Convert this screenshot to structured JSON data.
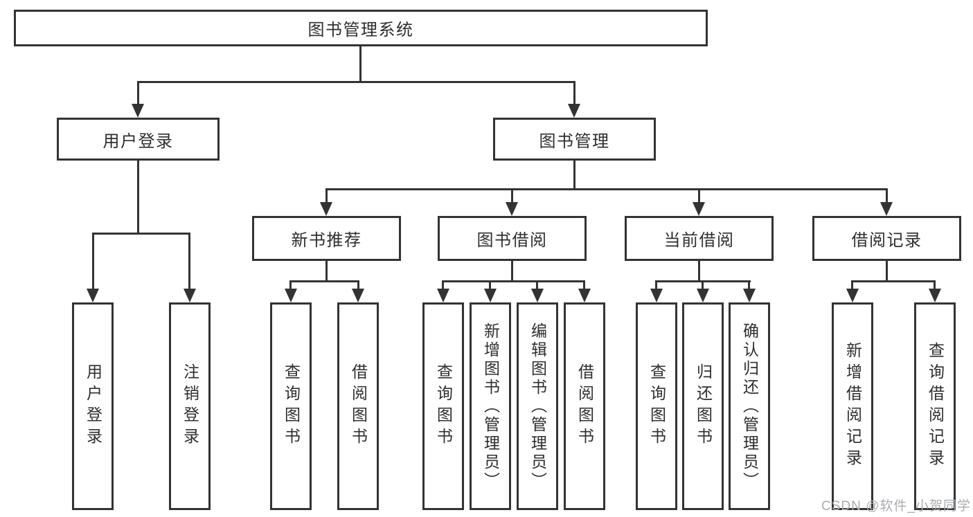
{
  "colors": {
    "background": "#ffffff",
    "line": "#333333",
    "box_border": "#333333",
    "text": "#2e2e2e",
    "watermark": "#a9acb0"
  },
  "diagram": {
    "root": {
      "label": "图书管理系统"
    },
    "level2": {
      "user_login": {
        "label": "用户登录"
      },
      "book_mgmt": {
        "label": "图书管理"
      }
    },
    "level3": {
      "new_book_rec": {
        "label": "新书推荐"
      },
      "book_borrow": {
        "label": "图书借阅"
      },
      "current_borrow": {
        "label": "当前借阅"
      },
      "borrow_records": {
        "label": "借阅记录"
      }
    },
    "leaves": {
      "user_login": {
        "label": "用户登录"
      },
      "logout": {
        "label": "注销登录"
      },
      "newbook_query": {
        "label": "查询图书"
      },
      "newbook_borrow": {
        "label": "借阅图书"
      },
      "borrow_query": {
        "label": "查询图书"
      },
      "borrow_add": {
        "label": "新增图书（管理员）"
      },
      "borrow_edit": {
        "label": "编辑图书（管理员）"
      },
      "borrow_lend": {
        "label": "借阅图书"
      },
      "current_query": {
        "label": "查询图书"
      },
      "current_return": {
        "label": "归还图书"
      },
      "current_confirm": {
        "label": "确认归还（管理员）"
      },
      "records_add": {
        "label": "新增借阅记录"
      },
      "records_query": {
        "label": "查询借阅记录"
      }
    }
  },
  "watermark": {
    "text": "CSDN @软件_小贺同学"
  }
}
